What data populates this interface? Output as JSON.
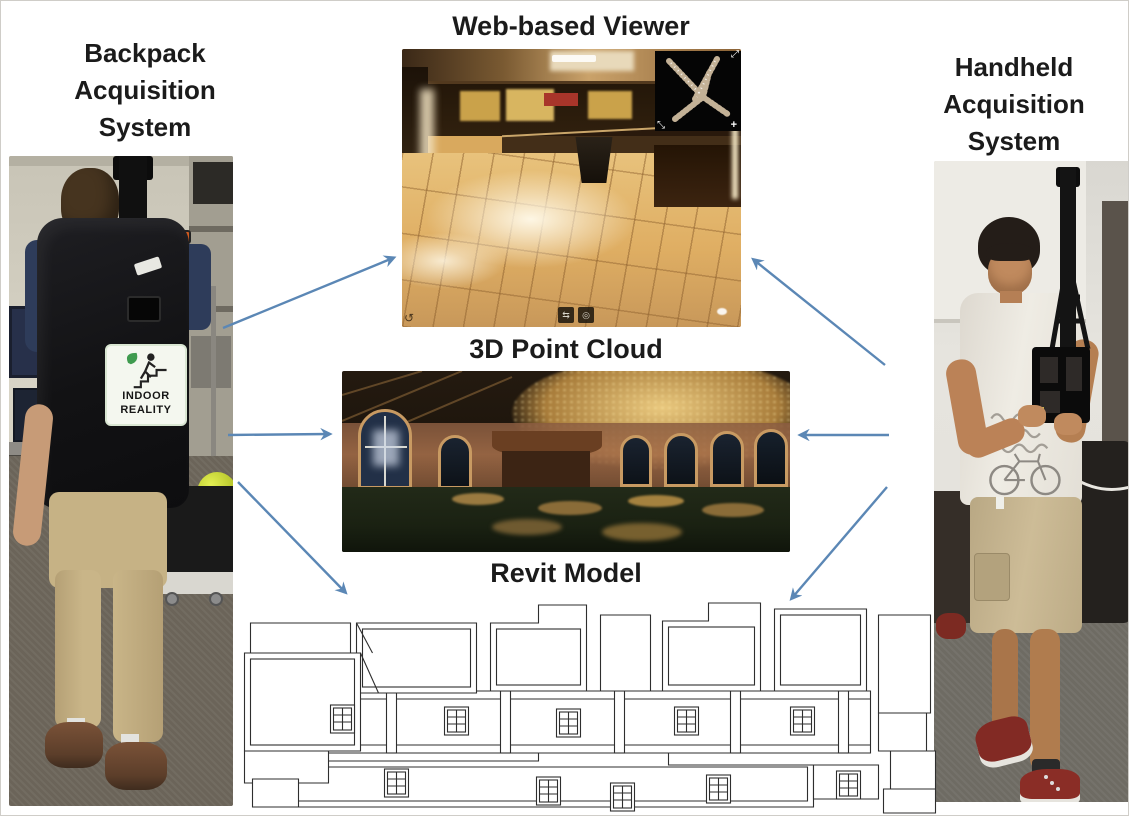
{
  "labels": {
    "backpack": {
      "line1": "Backpack",
      "line2": "Acquisition",
      "line3": "System"
    },
    "handheld": {
      "line1": "Handheld",
      "line2": "Acquisition",
      "line3": "System"
    }
  },
  "nodes": {
    "viewer_title": "Web-based Viewer",
    "pointcloud_title": "3D Point Cloud",
    "revit_title": "Revit Model"
  },
  "backpack_patch": {
    "brand_line1": "INDOOR",
    "brand_line2": "REALITY"
  },
  "viewer_ui": {
    "icons": {
      "expand": "⤢",
      "expand_alt": "⤡",
      "zoom_in": "+",
      "pan": "⇆",
      "screenshot": "◎",
      "rotate": "↺"
    }
  },
  "arrows": [
    {
      "from": "backpack-acquisition-system",
      "to": "web-based-viewer"
    },
    {
      "from": "backpack-acquisition-system",
      "to": "3d-point-cloud"
    },
    {
      "from": "backpack-acquisition-system",
      "to": "revit-model"
    },
    {
      "from": "handheld-acquisition-system",
      "to": "web-based-viewer"
    },
    {
      "from": "handheld-acquisition-system",
      "to": "3d-point-cloud"
    },
    {
      "from": "handheld-acquisition-system",
      "to": "revit-model"
    }
  ],
  "colors": {
    "arrow": "#5b87b5",
    "text": "#1b1b1b",
    "patch_green": "#3f9b4f"
  }
}
